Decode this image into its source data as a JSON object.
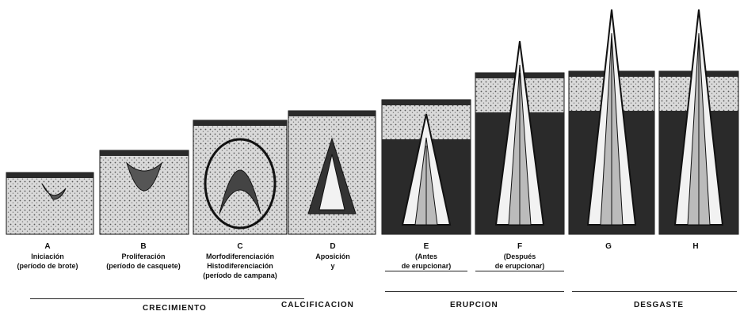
{
  "stages": [
    {
      "letter": "A",
      "lines": [
        "Iniciación",
        "(período de brote)"
      ]
    },
    {
      "letter": "B",
      "lines": [
        "Proliferación",
        "(período de casquete)"
      ]
    },
    {
      "letter": "C",
      "lines": [
        "Morfodiferenciación",
        "Histodiferenciación",
        "(período de campana)"
      ]
    },
    {
      "letter": "D",
      "lines": [
        "Aposición",
        "y"
      ]
    },
    {
      "letter": "E",
      "lines": [
        "(Antes",
        "de erupcionar)"
      ]
    },
    {
      "letter": "F",
      "lines": [
        "(Después",
        "de erupcionar)"
      ]
    },
    {
      "letter": "G",
      "lines": []
    },
    {
      "letter": "H",
      "lines": []
    }
  ],
  "phases": {
    "growth": "CRECIMIENTO",
    "calcification": "CALCIFICACION",
    "eruption": "ERUPCION",
    "wear": "DESGASTE"
  },
  "colors": {
    "ink": "#111111",
    "tissue": "#d9d9d9",
    "dark": "#2a2a2a",
    "enamel": "#f2f2f2"
  }
}
